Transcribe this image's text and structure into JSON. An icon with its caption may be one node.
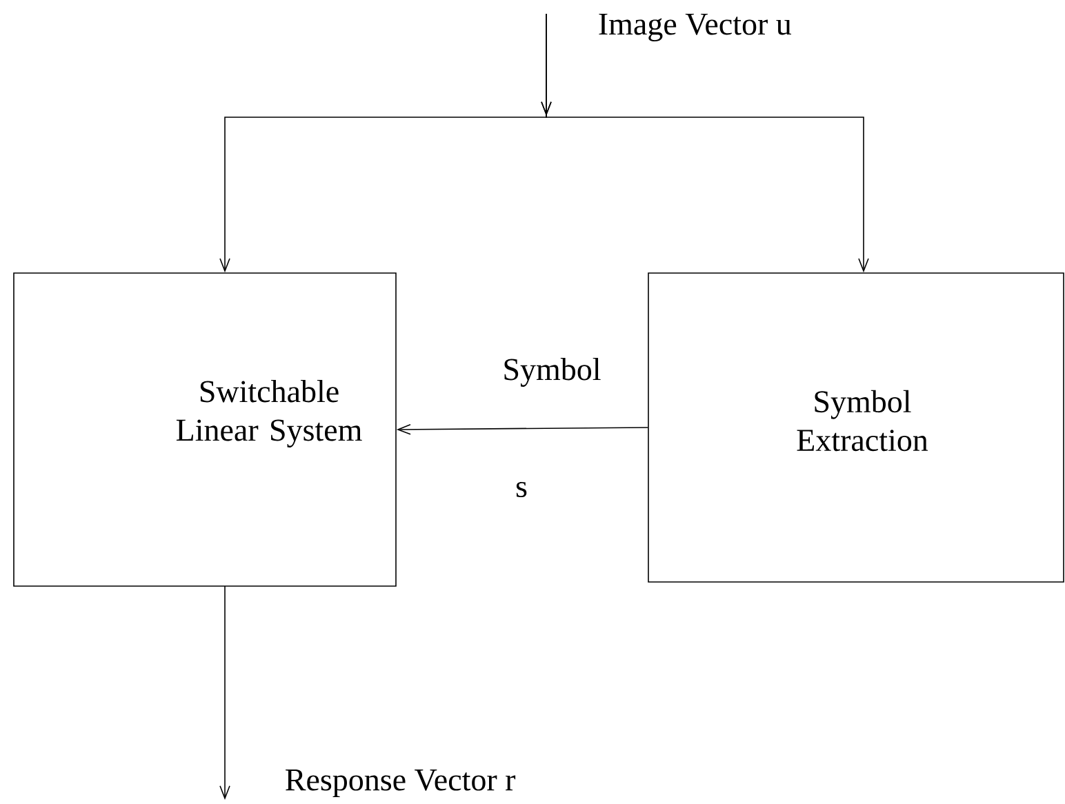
{
  "diagram": {
    "nodes": [
      {
        "text": [
          "Image Vector  u"
        ]
      },
      {
        "text": [
          "Switchable Linear System"
        ]
      },
      {
        "text": [
          "Symbol Extraction"
        ]
      },
      {
        "text": [
          "Response Vector  r"
        ]
      }
    ],
    "edges": [
      {
        "from": 0,
        "to": 1,
        "arrow": "to"
      },
      {
        "from": 0,
        "to": 2,
        "arrow": "to"
      },
      {
        "from": 2,
        "to": 1,
        "arrow": "to",
        "label": "Symbol"
      },
      {
        "from": 1,
        "to": 3,
        "arrow": "to"
      }
    ],
    "labels": [
      "s"
    ]
  }
}
